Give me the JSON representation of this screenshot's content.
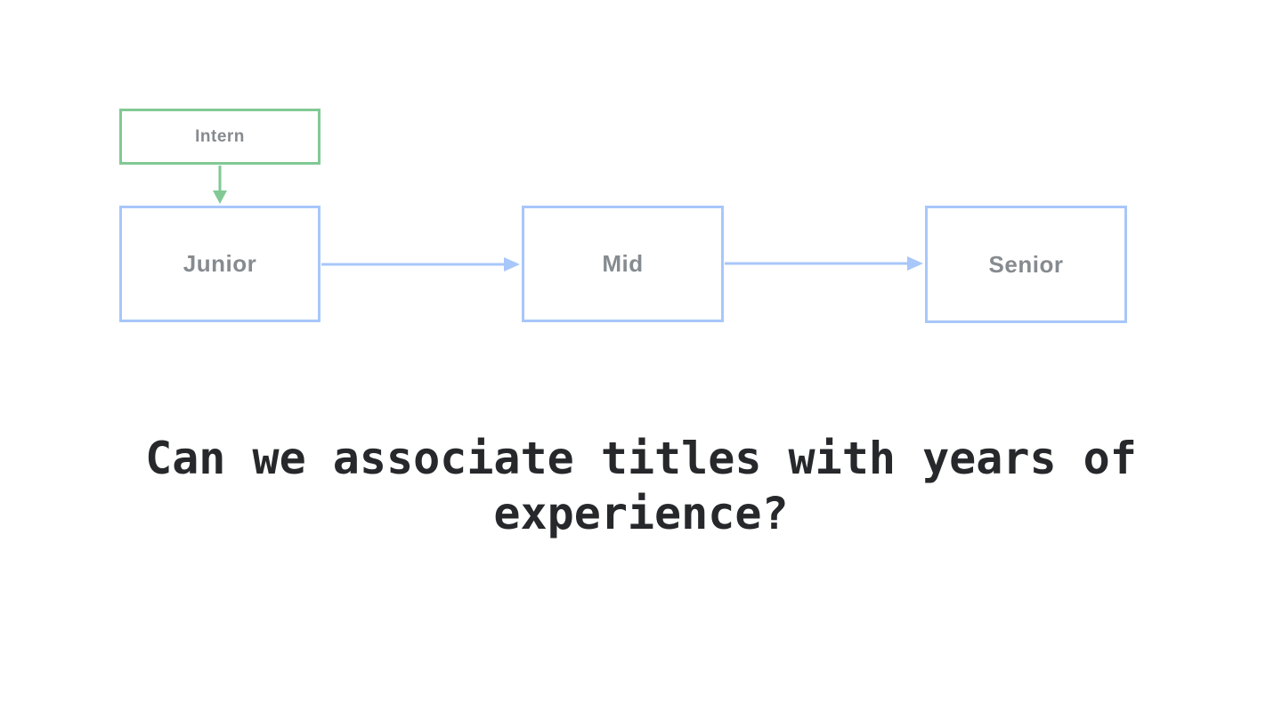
{
  "background": "#ffffff",
  "diagram": {
    "nodes": [
      {
        "id": "intern",
        "label": "Intern",
        "border_color": "#81c995"
      },
      {
        "id": "junior",
        "label": "Junior",
        "border_color": "#a8c7fa"
      },
      {
        "id": "mid",
        "label": "Mid",
        "border_color": "#a8c7fa"
      },
      {
        "id": "senior",
        "label": "Senior",
        "border_color": "#a8c7fa"
      }
    ],
    "label_color": "#868b90",
    "edges": [
      {
        "from": "intern",
        "to": "junior",
        "direction": "down",
        "color": "#81c995"
      },
      {
        "from": "junior",
        "to": "mid",
        "direction": "right",
        "color": "#a8c7fa"
      },
      {
        "from": "mid",
        "to": "senior",
        "direction": "right",
        "color": "#a8c7fa"
      }
    ]
  },
  "caption": {
    "text": "Can we associate titles with years of experience?",
    "color": "#26282b"
  }
}
